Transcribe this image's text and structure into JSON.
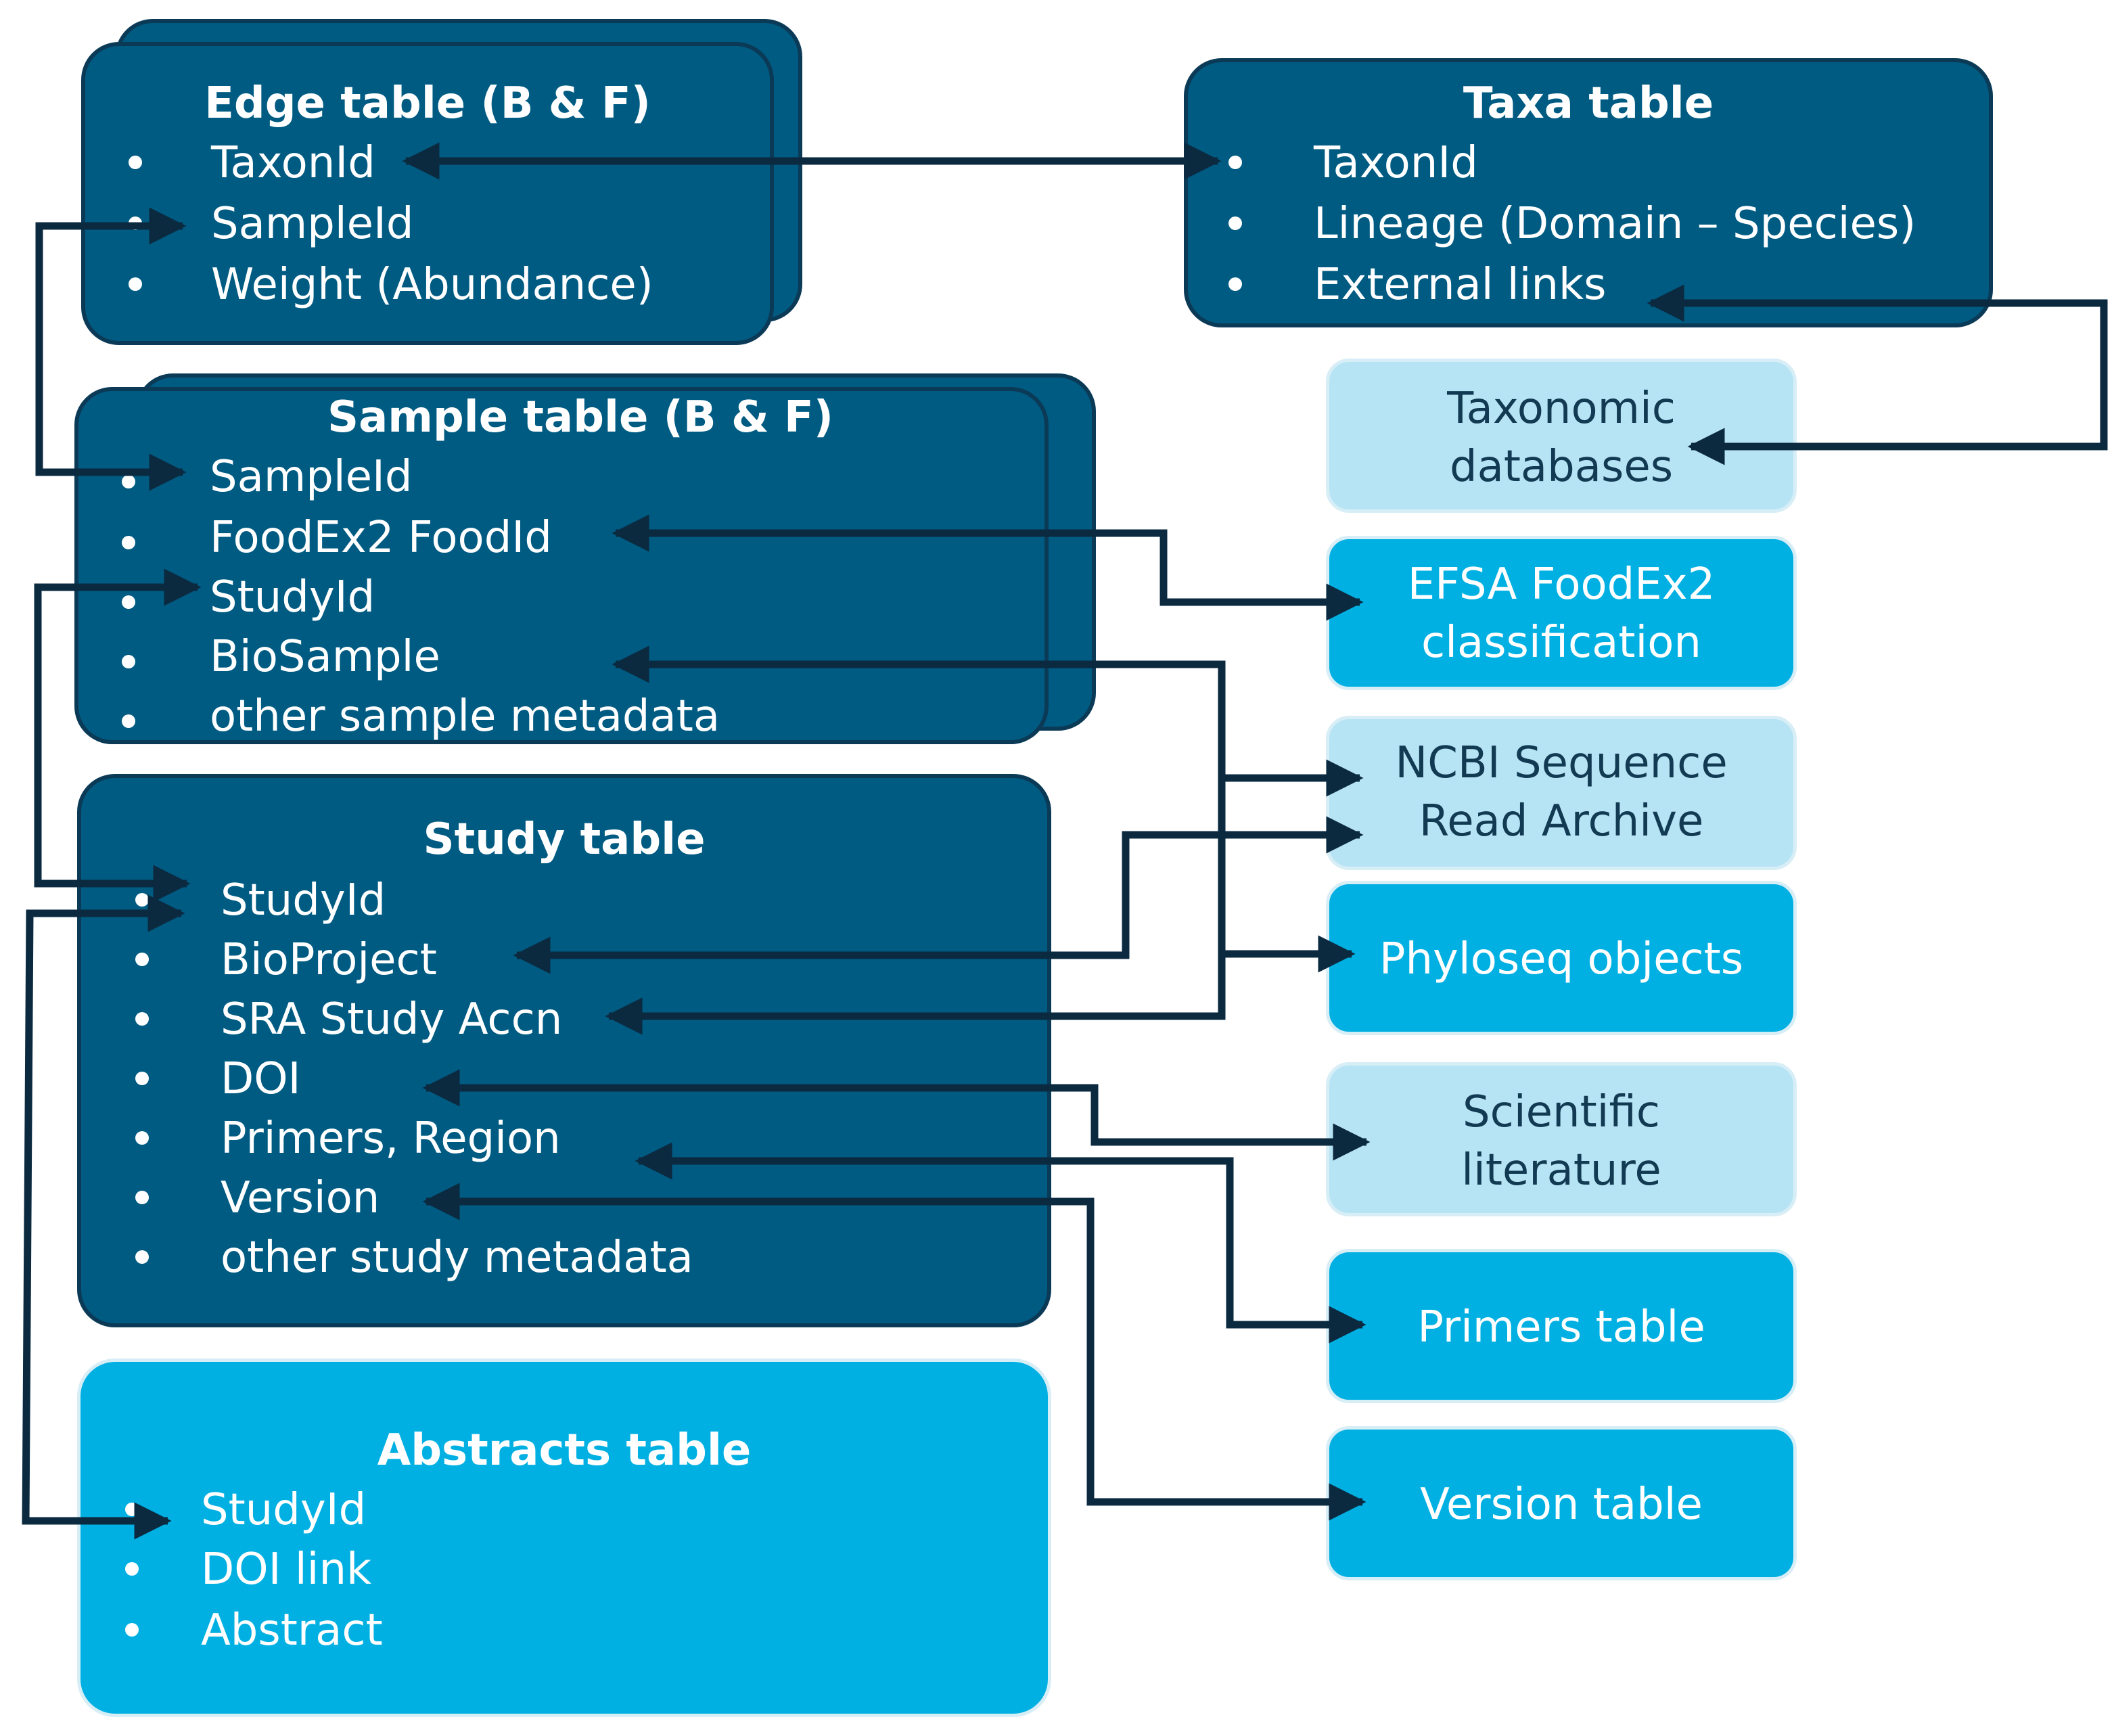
{
  "edge_table": {
    "title": "Edge table (B & F)",
    "items": [
      "TaxonId",
      "SampleId",
      "Weight (Abundance)"
    ]
  },
  "taxa_table": {
    "title": "Taxa table",
    "items": [
      "TaxonId",
      "Lineage (Domain – Species)",
      "External links"
    ]
  },
  "sample_table": {
    "title": "Sample table (B & F)",
    "items": [
      "SampleId",
      "FoodEx2 FoodId",
      "StudyId",
      "BioSample",
      "other sample metadata"
    ]
  },
  "study_table": {
    "title": "Study table",
    "items": [
      "StudyId",
      "BioProject",
      "SRA Study Accn",
      "DOI",
      "Primers, Region",
      "Version",
      "other study metadata"
    ]
  },
  "abstracts_table": {
    "title": "Abstracts table",
    "items": [
      "StudyId",
      "DOI link",
      "Abstract"
    ]
  },
  "external": {
    "taxonomic_databases": [
      "Taxonomic",
      "databases"
    ],
    "efsa_foodex2": [
      "EFSA FoodEx2",
      "classification"
    ],
    "ncbi_sra": [
      "NCBI Sequence",
      "Read Archive"
    ],
    "phyloseq": [
      "Phyloseq objects"
    ],
    "scientific_literature": [
      "Scientific",
      "literature"
    ],
    "primers_table": [
      "Primers table"
    ],
    "version_table": [
      "Version table"
    ]
  },
  "colors": {
    "dark_table": "#005b82",
    "bright_table": "#00b0e2",
    "pale_box": "#b7e4f4",
    "arrow": "#0b2a40"
  }
}
